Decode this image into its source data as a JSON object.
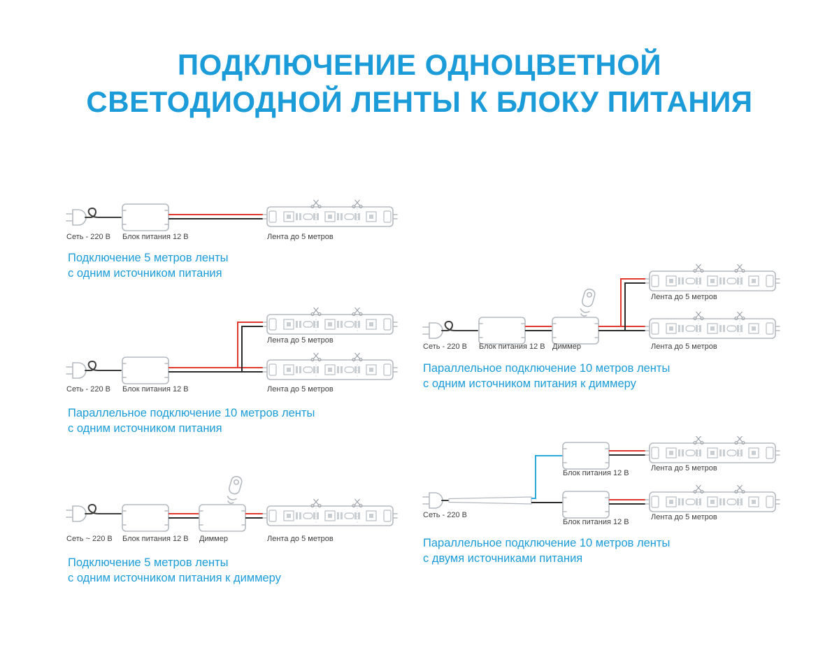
{
  "title": {
    "line1": "ПОДКЛЮЧЕНИЕ ОДНОЦВЕТНОЙ",
    "line2": "СВЕТОДИОДНОЙ ЛЕНТЫ К БЛОКУ ПИТАНИЯ"
  },
  "labels": {
    "mains": "Сеть - 220 В",
    "mains_tilde": "Сеть ~ 220 В",
    "psu": "Блок питания 12 В",
    "dimmer": "Диммер",
    "strip": "Лента до 5 метров"
  },
  "diagrams": {
    "d1": {
      "caption1": "Подключение 5 метров ленты",
      "caption2": "с одним источником питания"
    },
    "d2": {
      "caption1": "Параллельное подключение 10 метров ленты",
      "caption2": "с одним источником питания"
    },
    "d3": {
      "caption1": "Подключение 5 метров ленты",
      "caption2": "с одним источником питания к диммеру"
    },
    "d4": {
      "caption1": "Параллельное подключение 10 метров ленты",
      "caption2": "с одним источником питания к диммеру"
    },
    "d5": {
      "caption1": "Параллельное подключение 10 метров ленты",
      "caption2": "с двумя источниками питания"
    }
  },
  "colors": {
    "accent": "#1b9cd8",
    "wire_red": "#e03a2e",
    "wire_black": "#2b2b2b",
    "wire_blue": "#29abe2",
    "component_outline": "#b5bac0"
  }
}
